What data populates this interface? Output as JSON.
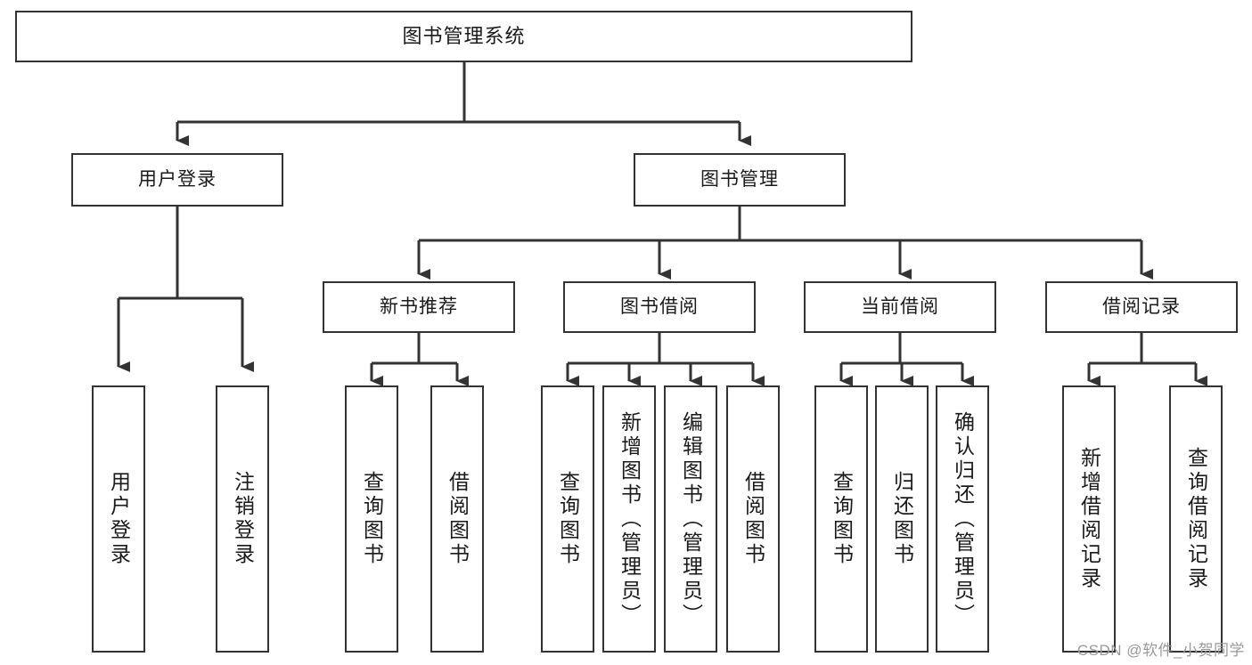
{
  "diagram": {
    "type": "tree-hierarchy",
    "title": "图书管理系统",
    "watermark": "CSDN @软件_小贺同学",
    "colors": {
      "stroke": "#333333",
      "fill": "#ffffff",
      "text": "#1a1a1a",
      "watermark": "#9a9a9a"
    },
    "nodes": {
      "root": {
        "label": "图书管理系统",
        "level": 0,
        "orientation": "horizontal"
      },
      "level1": [
        {
          "id": "user-login",
          "label": "用户登录",
          "orientation": "horizontal"
        },
        {
          "id": "book-management",
          "label": "图书管理",
          "orientation": "horizontal"
        }
      ],
      "level2": [
        {
          "id": "new-book-recommend",
          "label": "新书推荐",
          "orientation": "horizontal",
          "parent": "book-management"
        },
        {
          "id": "book-borrow",
          "label": "图书借阅",
          "orientation": "horizontal",
          "parent": "book-management"
        },
        {
          "id": "current-borrow",
          "label": "当前借阅",
          "orientation": "horizontal",
          "parent": "book-management"
        },
        {
          "id": "borrow-record",
          "label": "借阅记录",
          "orientation": "horizontal",
          "parent": "book-management"
        }
      ],
      "leaves": [
        {
          "id": "leaf-user-login",
          "label": "用户登录",
          "orientation": "vertical",
          "parent": "user-login"
        },
        {
          "id": "leaf-user-logout",
          "label": "注销登录",
          "orientation": "vertical",
          "parent": "user-login"
        },
        {
          "id": "leaf-query-book-1",
          "label": "查询图书",
          "orientation": "vertical",
          "parent": "new-book-recommend"
        },
        {
          "id": "leaf-borrow-book-1",
          "label": "借阅图书",
          "orientation": "vertical",
          "parent": "new-book-recommend"
        },
        {
          "id": "leaf-query-book-2",
          "label": "查询图书",
          "orientation": "vertical",
          "parent": "book-borrow"
        },
        {
          "id": "leaf-add-book",
          "label": "新增图书（管理员）",
          "orientation": "vertical",
          "parent": "book-borrow"
        },
        {
          "id": "leaf-edit-book",
          "label": "编辑图书（管理员）",
          "orientation": "vertical",
          "parent": "book-borrow"
        },
        {
          "id": "leaf-borrow-book-2",
          "label": "借阅图书",
          "orientation": "vertical",
          "parent": "book-borrow"
        },
        {
          "id": "leaf-query-book-3",
          "label": "查询图书",
          "orientation": "vertical",
          "parent": "current-borrow"
        },
        {
          "id": "leaf-return-book",
          "label": "归还图书",
          "orientation": "vertical",
          "parent": "current-borrow"
        },
        {
          "id": "leaf-confirm-return",
          "label": "确认归还（管理员）",
          "orientation": "vertical",
          "parent": "current-borrow"
        },
        {
          "id": "leaf-add-record",
          "label": "新增借阅记录",
          "orientation": "vertical",
          "parent": "borrow-record"
        },
        {
          "id": "leaf-query-record",
          "label": "查询借阅记录",
          "orientation": "vertical",
          "parent": "borrow-record"
        }
      ]
    }
  }
}
